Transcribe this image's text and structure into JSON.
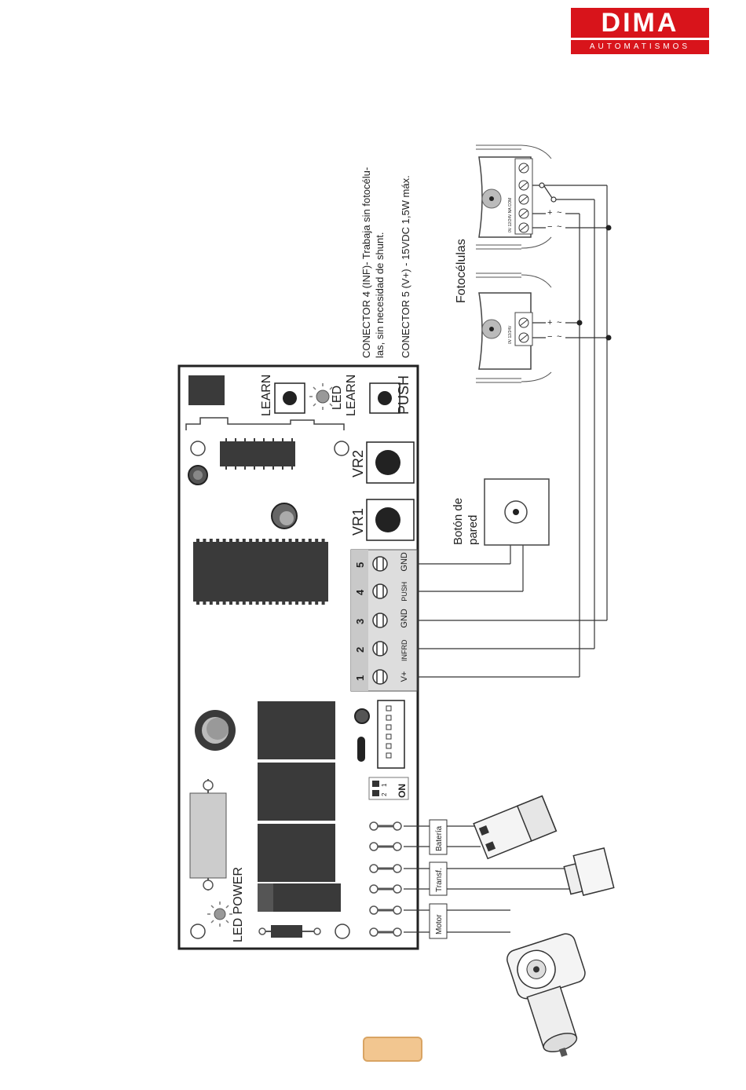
{
  "logo": {
    "brand": "DIMA",
    "subtitle": "AUTOMATISMOS"
  },
  "board": {
    "learn": "LEARN",
    "led_learn_1": "LED",
    "led_learn_2": "LEARN",
    "push": "PUSH",
    "vr2": "VR2",
    "vr1": "VR1",
    "led_power": "LED POWER"
  },
  "terminals": [
    {
      "num": "5",
      "label": "GND"
    },
    {
      "num": "4",
      "label": "PUSH"
    },
    {
      "num": "3",
      "label": "GND"
    },
    {
      "num": "2",
      "label": "INFRD"
    },
    {
      "num": "1",
      "label": "V+"
    }
  ],
  "notes": {
    "line1": "CONECTOR 4 (INF)- Trabaja sin fotocélu-",
    "line2": "las, sin necesidad de shunt.",
    "line3": "CONECTOR  5 (V+) - 15VDC 1,5W máx."
  },
  "photocells": {
    "title": "Fotocélulas",
    "tx_labels": "0V 12/24V",
    "rx_labels": "0V 12/24V NA COM",
    "plus": "+",
    "minus": "−",
    "tilde": "~"
  },
  "wall_button": {
    "line1": "Botón de",
    "line2": "pared"
  },
  "connectors": {
    "bateria": "Batería",
    "transf": "Transf.",
    "motor": "Motor"
  },
  "dip": {
    "on": "ON",
    "n1": "1",
    "n2": "2"
  },
  "colors": {
    "brand_red": "#d8141b",
    "badge": "#f2c690"
  }
}
